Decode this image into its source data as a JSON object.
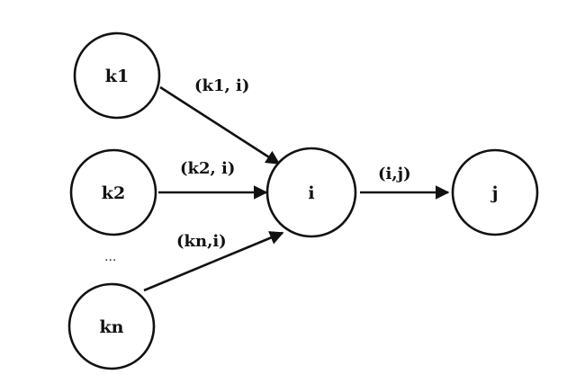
{
  "nodes": {
    "k1": {
      "label": "k1"
    },
    "k2": {
      "label": "k2"
    },
    "kn": {
      "label": "kn"
    },
    "i": {
      "label": "i"
    },
    "j": {
      "label": "j"
    }
  },
  "edges": {
    "k1_i": {
      "label": "(k1, i)"
    },
    "k2_i": {
      "label": "(k2, i)"
    },
    "kn_i": {
      "label": "(kn,i)"
    },
    "i_j": {
      "label": "(i,j)"
    }
  },
  "ellipsis": "..."
}
